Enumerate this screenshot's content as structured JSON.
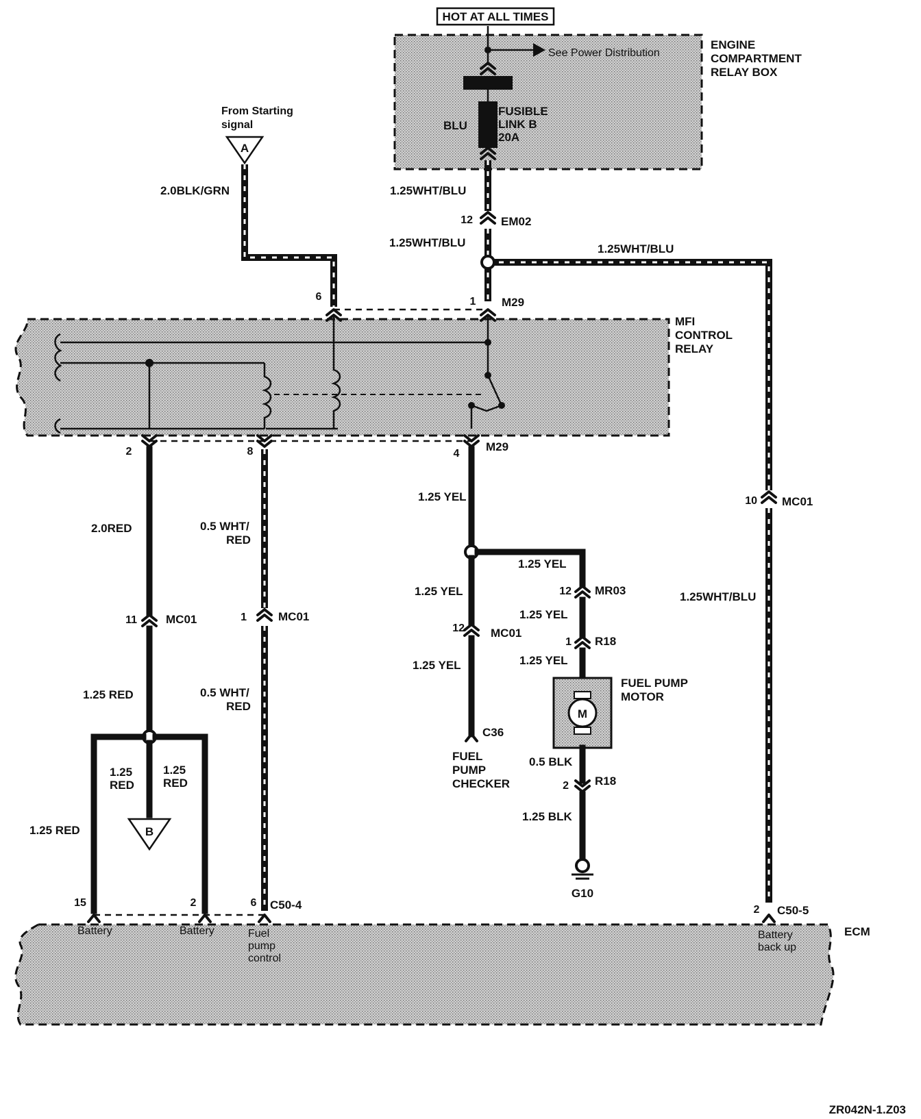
{
  "header": {
    "hot_label": "HOT AT ALL TIMES",
    "figure_id": "ZR042N-1.Z03"
  },
  "relay_box": {
    "title_line1": "ENGINE",
    "title_line2": "COMPARTMENT",
    "title_line3": "RELAY BOX",
    "see_power": "See Power Distribution",
    "fuse_line1": "FUSIBLE",
    "fuse_line2": "LINK B",
    "fuse_line3": "20A",
    "fuse_color": "BLU"
  },
  "starting_signal": {
    "line1": "From Starting",
    "line2": "signal",
    "marker": "A",
    "wire": "2.0BLK/GRN"
  },
  "wires": {
    "top_wht_blu_1": "1.25WHT/BLU",
    "top_wht_blu_2": "1.25WHT/BLU",
    "right_wht_blu_top": "1.25WHT/BLU",
    "right_wht_blu_mid": "1.25WHT/BLU",
    "red_2": "2.0RED",
    "red_125_a": "1.25 RED",
    "red_125_left": "1.25 RED",
    "red_125_b_1": "1.25",
    "red_125_b_2": "RED",
    "red_125_c_1": "1.25",
    "red_125_c_2": "RED",
    "wht_red_a_1": "0.5 WHT/",
    "wht_red_a_2": "RED",
    "wht_red_b_1": "0.5 WHT/",
    "wht_red_b_2": "RED",
    "yel_1": "1.25 YEL",
    "yel_2": "1.25 YEL",
    "yel_3": "1.25 YEL",
    "yel_4": "1.25 YEL",
    "yel_5": "1.25 YEL",
    "yel_6": "1.25 YEL",
    "blk_05": "0.5 BLK",
    "blk_125": "1.25 BLK"
  },
  "connectors": {
    "em02_pin": "12",
    "em02": "EM02",
    "m29_top_pin_6": "6",
    "m29_top_pin_1": "1",
    "m29_top": "M29",
    "m29_bot_pin_2": "2",
    "m29_bot_pin_8": "8",
    "m29_bot_pin_4": "4",
    "m29_bot": "M29",
    "mc01_10_pin": "10",
    "mc01_10": "MC01",
    "mc01_11_pin": "11",
    "mc01_11": "MC01",
    "mc01_1_pin": "1",
    "mc01_1": "MC01",
    "mc01_12_pin": "12",
    "mc01_12": "MC01",
    "mr03_pin": "12",
    "mr03": "MR03",
    "r18_1_pin": "1",
    "r18_1": "R18",
    "r18_2_pin": "2",
    "r18_2": "R18",
    "c36": "C36",
    "c50_4_pin": "6",
    "c50_4": "C50-4",
    "c50_5_pin": "2",
    "c50_5": "C50-5",
    "ecm_pin_15": "15",
    "ecm_pin_2": "2"
  },
  "mfi_relay": {
    "line1": "MFI",
    "line2": "CONTROL",
    "line3": "RELAY"
  },
  "fuel_pump_checker": {
    "line1": "FUEL",
    "line2": "PUMP",
    "line3": "CHECKER"
  },
  "fuel_pump_motor": {
    "line1": "FUEL PUMP",
    "line2": "MOTOR",
    "symbol": "M"
  },
  "ground": {
    "name": "G10"
  },
  "marker_b": "B",
  "ecm": {
    "title": "ECM",
    "battery_1": "Battery",
    "battery_2": "Battery",
    "fuel_1": "Fuel",
    "fuel_2": "pump",
    "fuel_3": "control",
    "backup_1": "Battery",
    "backup_2": "back up"
  }
}
